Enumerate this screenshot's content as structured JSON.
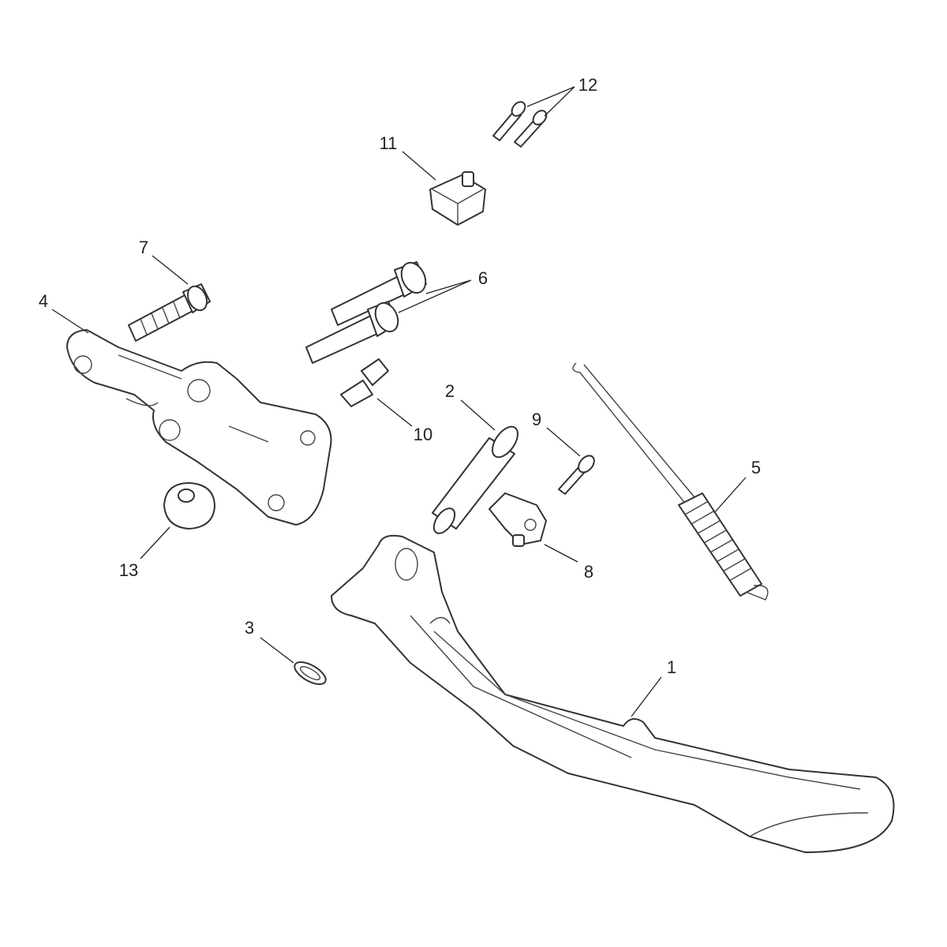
{
  "diagram": {
    "type": "exploded-parts-view",
    "callouts": [
      {
        "id": "1",
        "label": "1"
      },
      {
        "id": "2",
        "label": "2"
      },
      {
        "id": "3",
        "label": "3"
      },
      {
        "id": "4",
        "label": "4"
      },
      {
        "id": "5",
        "label": "5"
      },
      {
        "id": "6",
        "label": "6"
      },
      {
        "id": "7",
        "label": "7"
      },
      {
        "id": "8",
        "label": "8"
      },
      {
        "id": "9",
        "label": "9"
      },
      {
        "id": "10",
        "label": "10"
      },
      {
        "id": "11",
        "label": "11"
      },
      {
        "id": "12",
        "label": "12"
      },
      {
        "id": "13",
        "label": "13"
      }
    ]
  }
}
